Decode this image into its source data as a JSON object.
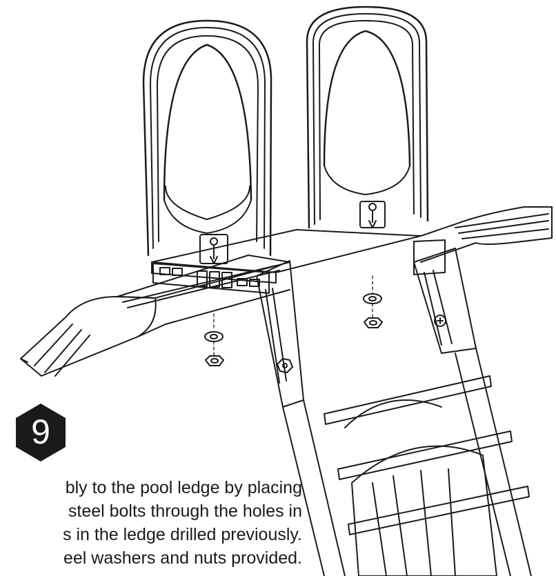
{
  "step": {
    "number": "9"
  },
  "instructions": {
    "lines": [
      "bly to the pool ledge by placing",
      "steel bolts through the holes in",
      "s in the ledge drilled previously.",
      "eel washers and nuts provided."
    ]
  },
  "colors": {
    "ink": "#1a1a1a",
    "badge": "#1a1a1a",
    "paper": "#ffffff"
  },
  "icons": [
    "step-hexagon-icon",
    "screw-icon",
    "washer-icon",
    "nut-icon",
    "bolt-head-icon",
    "arrow-down-icon"
  ]
}
